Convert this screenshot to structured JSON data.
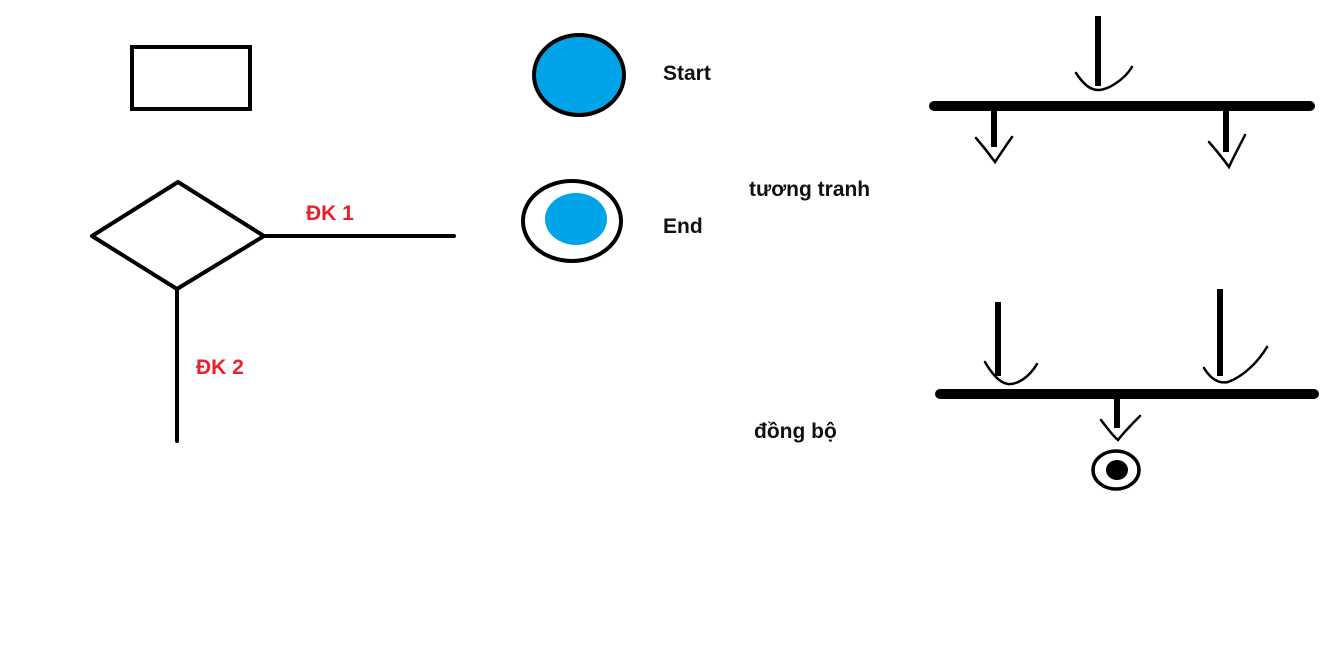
{
  "colors": {
    "stroke": "#000000",
    "node_fill": "#00a2e8",
    "condition_label": "#e8212b",
    "text": "#111111",
    "background": "#ffffff"
  },
  "decision": {
    "branch_1_label": "ĐK 1",
    "branch_2_label": "ĐK 2"
  },
  "start_node": {
    "label": "Start"
  },
  "end_node": {
    "label": "End"
  },
  "fork_bar": {
    "label": "tương tranh"
  },
  "join_bar": {
    "label": "đồng bộ"
  }
}
